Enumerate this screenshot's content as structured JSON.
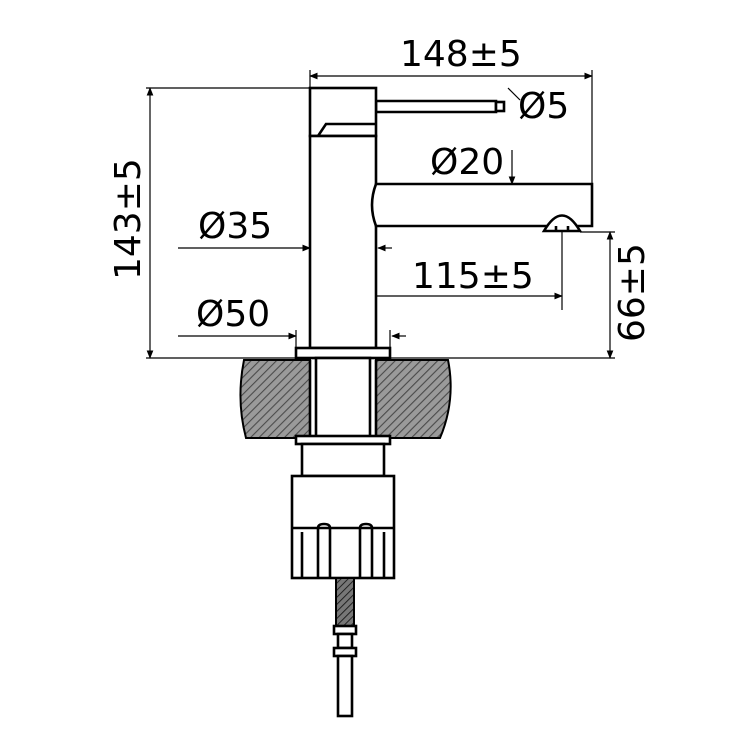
{
  "dimensions": {
    "overall_width": "148±5",
    "overall_height": "143±5",
    "spout_reach": "115±5",
    "spout_height": "66±5",
    "handle_diameter": "Ø5",
    "spout_diameter": "Ø20",
    "body_diameter": "Ø35",
    "base_diameter": "Ø50"
  },
  "colors": {
    "line": "#000000",
    "hatch": "#6e6e6e",
    "background": "#ffffff"
  }
}
